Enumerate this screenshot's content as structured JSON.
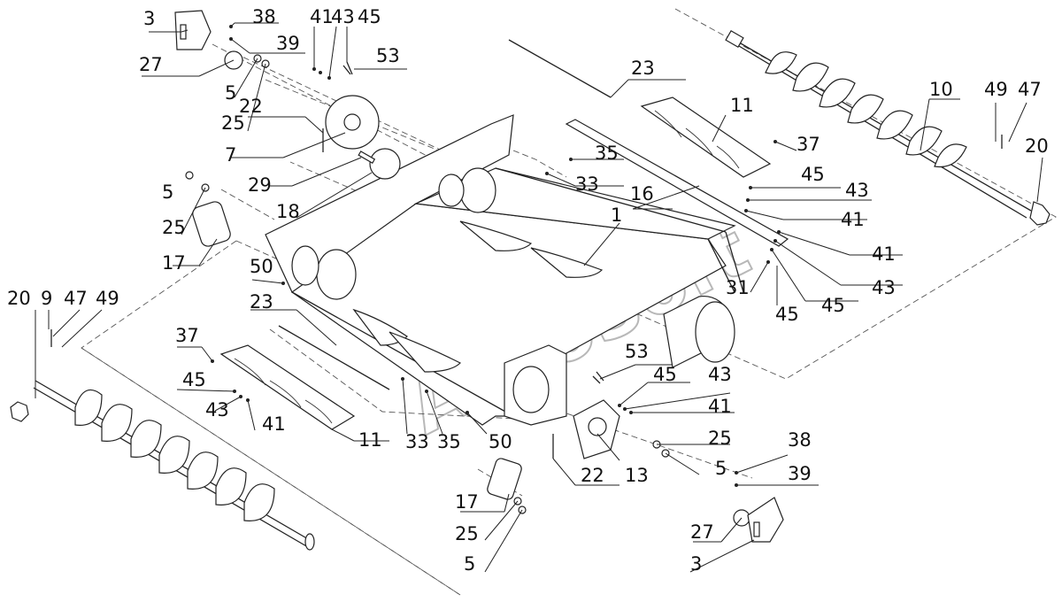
{
  "watermark": "AutoSoft",
  "callouts": [
    {
      "id": "c1",
      "text": "3"
    },
    {
      "id": "c2",
      "text": "38"
    },
    {
      "id": "c3",
      "text": "41"
    },
    {
      "id": "c4",
      "text": "43"
    },
    {
      "id": "c5",
      "text": "45"
    },
    {
      "id": "c6",
      "text": "39"
    },
    {
      "id": "c7",
      "text": "53"
    },
    {
      "id": "c8",
      "text": "27"
    },
    {
      "id": "c9",
      "text": "5"
    },
    {
      "id": "c10",
      "text": "22"
    },
    {
      "id": "c11",
      "text": "25"
    },
    {
      "id": "c12",
      "text": "7"
    },
    {
      "id": "c13",
      "text": "29"
    },
    {
      "id": "c14",
      "text": "18"
    },
    {
      "id": "c15",
      "text": "5"
    },
    {
      "id": "c16",
      "text": "25"
    },
    {
      "id": "c17",
      "text": "17"
    },
    {
      "id": "c18",
      "text": "23"
    },
    {
      "id": "c19",
      "text": "11"
    },
    {
      "id": "c20",
      "text": "10"
    },
    {
      "id": "c21",
      "text": "49"
    },
    {
      "id": "c22",
      "text": "47"
    },
    {
      "id": "c23",
      "text": "20"
    },
    {
      "id": "c24",
      "text": "35"
    },
    {
      "id": "c25",
      "text": "33"
    },
    {
      "id": "c26",
      "text": "37"
    },
    {
      "id": "c27",
      "text": "16"
    },
    {
      "id": "c28",
      "text": "45"
    },
    {
      "id": "c29",
      "text": "43"
    },
    {
      "id": "c30",
      "text": "41"
    },
    {
      "id": "c31",
      "text": "1"
    },
    {
      "id": "c32",
      "text": "41"
    },
    {
      "id": "c33",
      "text": "43"
    },
    {
      "id": "c34",
      "text": "31"
    },
    {
      "id": "c35",
      "text": "45"
    },
    {
      "id": "c36",
      "text": "45"
    },
    {
      "id": "c37",
      "text": "50"
    },
    {
      "id": "c38",
      "text": "23"
    },
    {
      "id": "c39",
      "text": "20"
    },
    {
      "id": "c40",
      "text": "9"
    },
    {
      "id": "c41",
      "text": "47"
    },
    {
      "id": "c42",
      "text": "49"
    },
    {
      "id": "c43",
      "text": "37"
    },
    {
      "id": "c44",
      "text": "45"
    },
    {
      "id": "c45",
      "text": "43"
    },
    {
      "id": "c46",
      "text": "41"
    },
    {
      "id": "c47",
      "text": "11"
    },
    {
      "id": "c48",
      "text": "33"
    },
    {
      "id": "c49",
      "text": "35"
    },
    {
      "id": "c50",
      "text": "50"
    },
    {
      "id": "c51",
      "text": "53"
    },
    {
      "id": "c52",
      "text": "45"
    },
    {
      "id": "c53",
      "text": "43"
    },
    {
      "id": "c54",
      "text": "41"
    },
    {
      "id": "c55",
      "text": "25"
    },
    {
      "id": "c56",
      "text": "22"
    },
    {
      "id": "c57",
      "text": "13"
    },
    {
      "id": "c58",
      "text": "5"
    },
    {
      "id": "c59",
      "text": "38"
    },
    {
      "id": "c60",
      "text": "39"
    },
    {
      "id": "c61",
      "text": "17"
    },
    {
      "id": "c62",
      "text": "25"
    },
    {
      "id": "c63",
      "text": "5"
    },
    {
      "id": "c64",
      "text": "27"
    },
    {
      "id": "c65",
      "text": "3"
    }
  ]
}
